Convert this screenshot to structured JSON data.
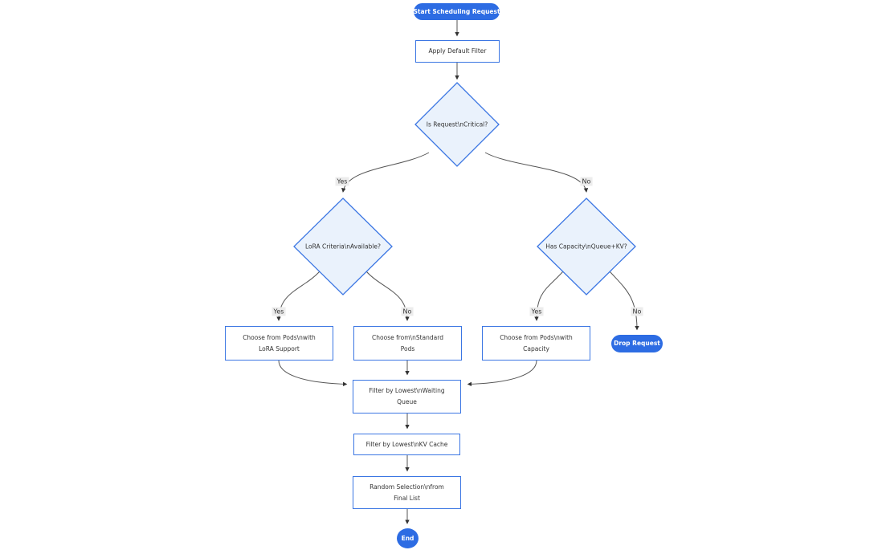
{
  "diagram": {
    "type": "flowchart",
    "direction": "top-down",
    "colors": {
      "accent_blue": "#2D6CE3",
      "border_blue": "#3B76E3",
      "decision_fill": "#EAF2FC",
      "process_fill": "#FFFFFF",
      "text": "#333333",
      "edge": "#555555",
      "edge_label_bg": "#ECECEC"
    },
    "nodes": {
      "start": {
        "type": "stadium",
        "label": "Start Scheduling Request"
      },
      "apply_default_filter": {
        "type": "process",
        "label": "Apply Default Filter"
      },
      "is_request_critical": {
        "type": "decision",
        "label": "Is Request\\nCritical?"
      },
      "lora_criteria_available": {
        "type": "decision",
        "label": "LoRA Criteria\\nAvailable?"
      },
      "has_capacity_queue_kv": {
        "type": "decision",
        "label": "Has Capacity\\nQueue+KV?"
      },
      "choose_pods_lora": {
        "type": "process",
        "label": "Choose from Pods\\nwith LoRA Support"
      },
      "choose_standard_pods": {
        "type": "process",
        "label": "Choose from\\nStandard Pods"
      },
      "choose_pods_capacity": {
        "type": "process",
        "label": "Choose from Pods\\nwith Capacity"
      },
      "drop_request": {
        "type": "stadium",
        "label": "Drop Request"
      },
      "filter_waiting_queue": {
        "type": "process",
        "label": "Filter by Lowest\\nWaiting Queue"
      },
      "filter_kv_cache": {
        "type": "process",
        "label": "Filter by Lowest\\nKV Cache"
      },
      "random_selection": {
        "type": "process",
        "label": "Random Selection\\nfrom Final List"
      },
      "end": {
        "type": "circle",
        "label": "End"
      }
    },
    "edge_labels": {
      "critical_yes": "Yes",
      "critical_no": "No",
      "lora_yes": "Yes",
      "lora_no": "No",
      "capacity_yes": "Yes",
      "capacity_no": "No"
    }
  }
}
